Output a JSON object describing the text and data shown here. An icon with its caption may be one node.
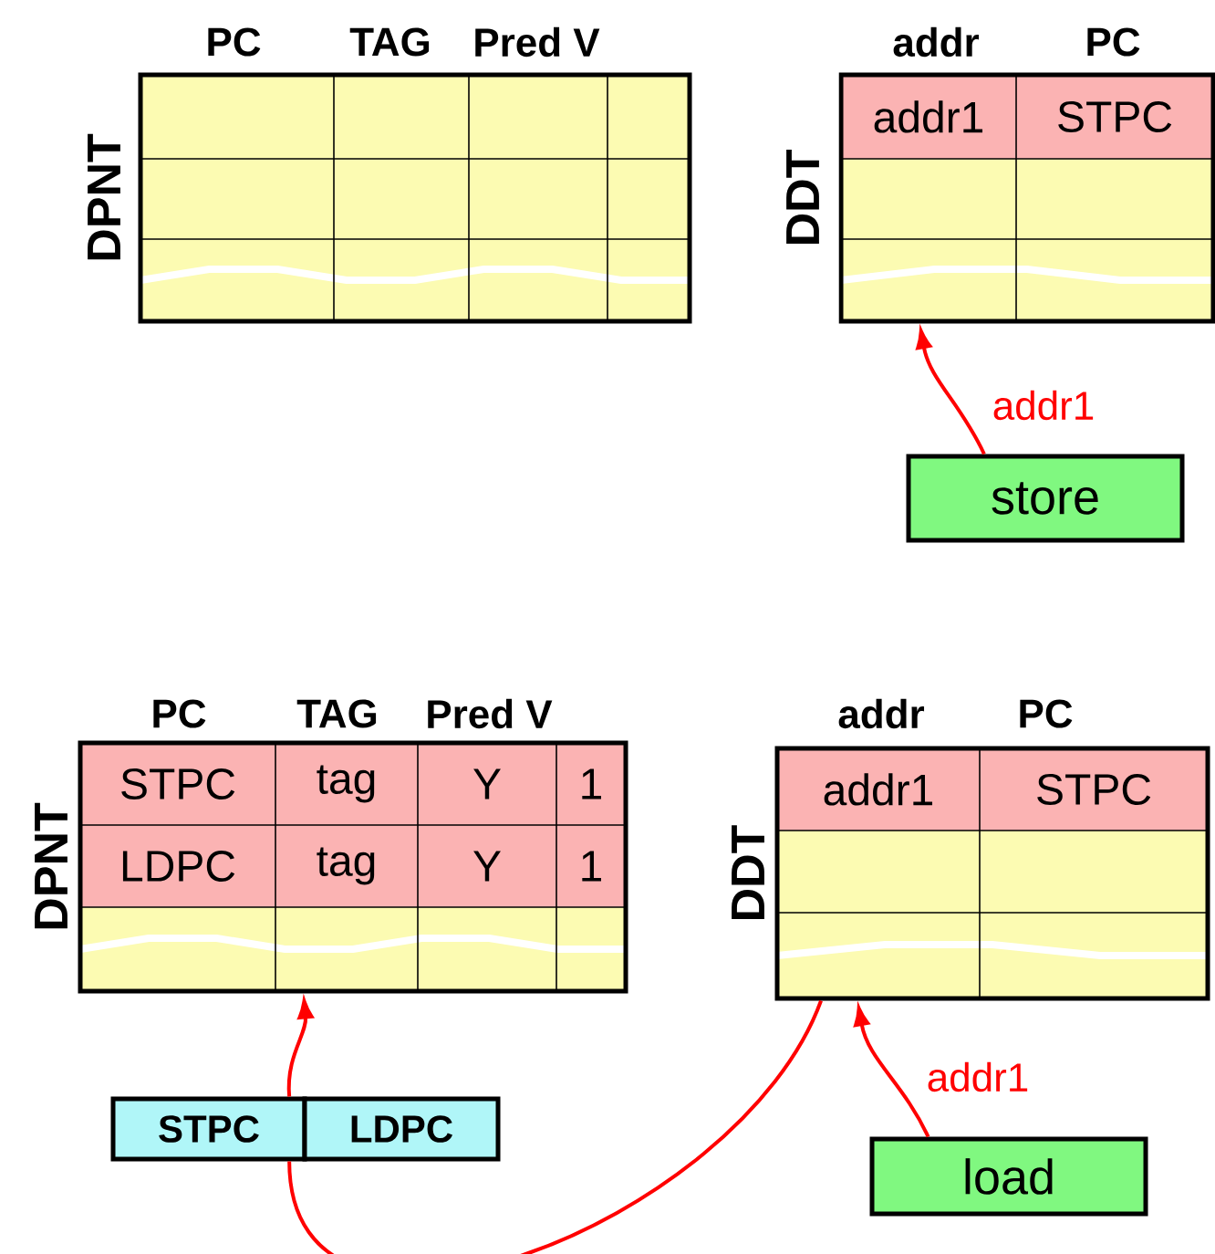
{
  "diagram": {
    "nodes": [
      {
        "text": [
          "DPNT",
          "PC",
          "TAG",
          "Pred V"
        ]
      },
      {
        "text": [
          "DDT",
          "addr",
          "PC",
          "addr1",
          "STPC"
        ]
      },
      {
        "text": [
          "store"
        ]
      },
      {
        "text": [
          "DPNT",
          "PC",
          "TAG",
          "Pred V",
          "STPC",
          "tag",
          "Y",
          "1",
          "LDPC",
          "tag",
          "Y",
          "1"
        ]
      },
      {
        "text": [
          "DDT",
          "addr",
          "PC",
          "addr1",
          "STPC"
        ]
      },
      {
        "text": [
          "STPC"
        ]
      },
      {
        "text": [
          "LDPC"
        ]
      },
      {
        "text": [
          "load"
        ]
      }
    ],
    "edges": [
      {
        "from": 2,
        "to": 1,
        "arrow": "to",
        "label": "addr1"
      },
      {
        "from": 7,
        "to": 4,
        "arrow": "to",
        "label": "addr1"
      },
      {
        "from": 4,
        "to": 5,
        "arrow": "none"
      },
      {
        "from": 5,
        "to": 3,
        "arrow": "to"
      }
    ]
  }
}
